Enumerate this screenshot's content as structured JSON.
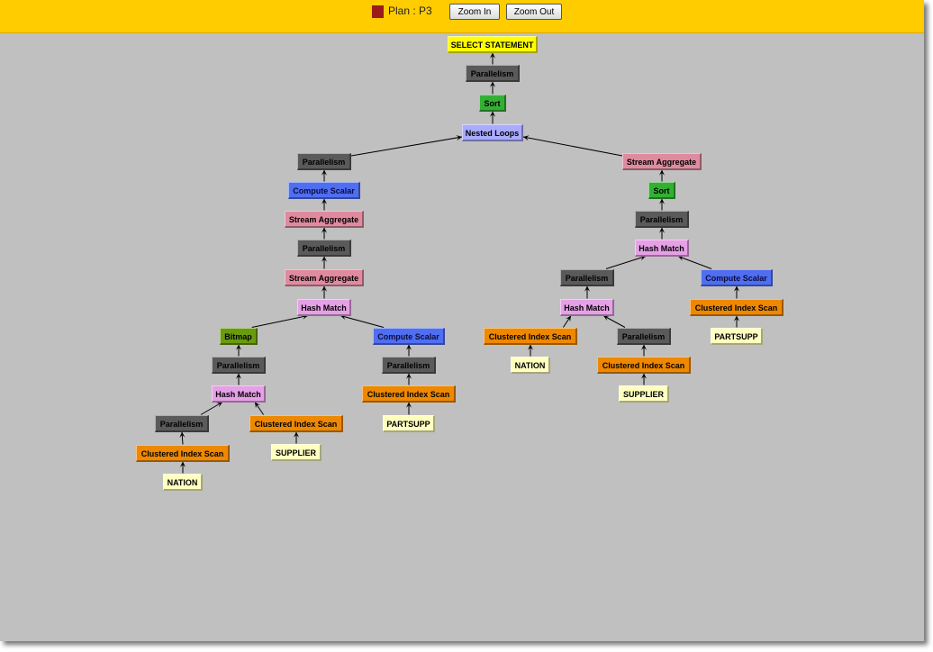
{
  "header": {
    "plan_label": "Plan : P3",
    "zoom_in": "Zoom In",
    "zoom_out": "Zoom Out",
    "plan_color": "#9b1b1b"
  },
  "type_colors": {
    "select": {
      "bg": "#ffff00",
      "fg": "#000"
    },
    "parallelism": {
      "bg": "#5a5a5a",
      "fg": "#000"
    },
    "sort": {
      "bg": "#33b033",
      "fg": "#000"
    },
    "nested": {
      "bg": "#aaaaff",
      "fg": "#000"
    },
    "compute": {
      "bg": "#4f6ef0",
      "fg": "#0b0b40"
    },
    "stream": {
      "bg": "#e08aa0",
      "fg": "#000"
    },
    "hash": {
      "bg": "#e6a0e6",
      "fg": "#000"
    },
    "bitmap": {
      "bg": "#6a9a10",
      "fg": "#000"
    },
    "scan": {
      "bg": "#ee8800",
      "fg": "#000"
    },
    "table": {
      "bg": "#ffffc0",
      "fg": "#000"
    }
  },
  "nodes": [
    {
      "label": "SELECT STATEMENT",
      "type": "select",
      "parent": null
    },
    {
      "label": "Parallelism",
      "type": "parallelism",
      "parent": 0
    },
    {
      "label": "Sort",
      "type": "sort",
      "parent": 1
    },
    {
      "label": "Nested Loops",
      "type": "nested",
      "parent": 2
    },
    {
      "label": "Parallelism",
      "type": "parallelism",
      "parent": 3
    },
    {
      "label": "Compute Scalar",
      "type": "compute",
      "parent": 4
    },
    {
      "label": "Stream Aggregate",
      "type": "stream",
      "parent": 5
    },
    {
      "label": "Parallelism",
      "type": "parallelism",
      "parent": 6
    },
    {
      "label": "Stream Aggregate",
      "type": "stream",
      "parent": 7
    },
    {
      "label": "Hash Match",
      "type": "hash",
      "parent": 8
    },
    {
      "label": "Bitmap",
      "type": "bitmap",
      "parent": 9
    },
    {
      "label": "Parallelism",
      "type": "parallelism",
      "parent": 10
    },
    {
      "label": "Hash Match",
      "type": "hash",
      "parent": 11
    },
    {
      "label": "Parallelism",
      "type": "parallelism",
      "parent": 12
    },
    {
      "label": "Clustered Index Scan",
      "type": "scan",
      "parent": 13
    },
    {
      "label": "NATION",
      "type": "table",
      "parent": 14
    },
    {
      "label": "Clustered Index Scan",
      "type": "scan",
      "parent": 12
    },
    {
      "label": "SUPPLIER",
      "type": "table",
      "parent": 16
    },
    {
      "label": "Compute Scalar",
      "type": "compute",
      "parent": 9
    },
    {
      "label": "Parallelism",
      "type": "parallelism",
      "parent": 18
    },
    {
      "label": "Clustered Index Scan",
      "type": "scan",
      "parent": 19
    },
    {
      "label": "PARTSUPP",
      "type": "table",
      "parent": 20
    },
    {
      "label": "Stream Aggregate",
      "type": "stream",
      "parent": 3
    },
    {
      "label": "Sort",
      "type": "sort",
      "parent": 22
    },
    {
      "label": "Parallelism",
      "type": "parallelism",
      "parent": 23
    },
    {
      "label": "Hash Match",
      "type": "hash",
      "parent": 24
    },
    {
      "label": "Parallelism",
      "type": "parallelism",
      "parent": 25
    },
    {
      "label": "Hash Match",
      "type": "hash",
      "parent": 26
    },
    {
      "label": "Clustered Index Scan",
      "type": "scan",
      "parent": 27
    },
    {
      "label": "NATION",
      "type": "table",
      "parent": 28
    },
    {
      "label": "Parallelism",
      "type": "parallelism",
      "parent": 27
    },
    {
      "label": "Clustered Index Scan",
      "type": "scan",
      "parent": 30
    },
    {
      "label": "SUPPLIER",
      "type": "table",
      "parent": 31
    },
    {
      "label": "Compute Scalar",
      "type": "compute",
      "parent": 25
    },
    {
      "label": "Clustered Index Scan",
      "type": "scan",
      "parent": 33
    },
    {
      "label": "PARTSUPP",
      "type": "table",
      "parent": 34
    }
  ]
}
